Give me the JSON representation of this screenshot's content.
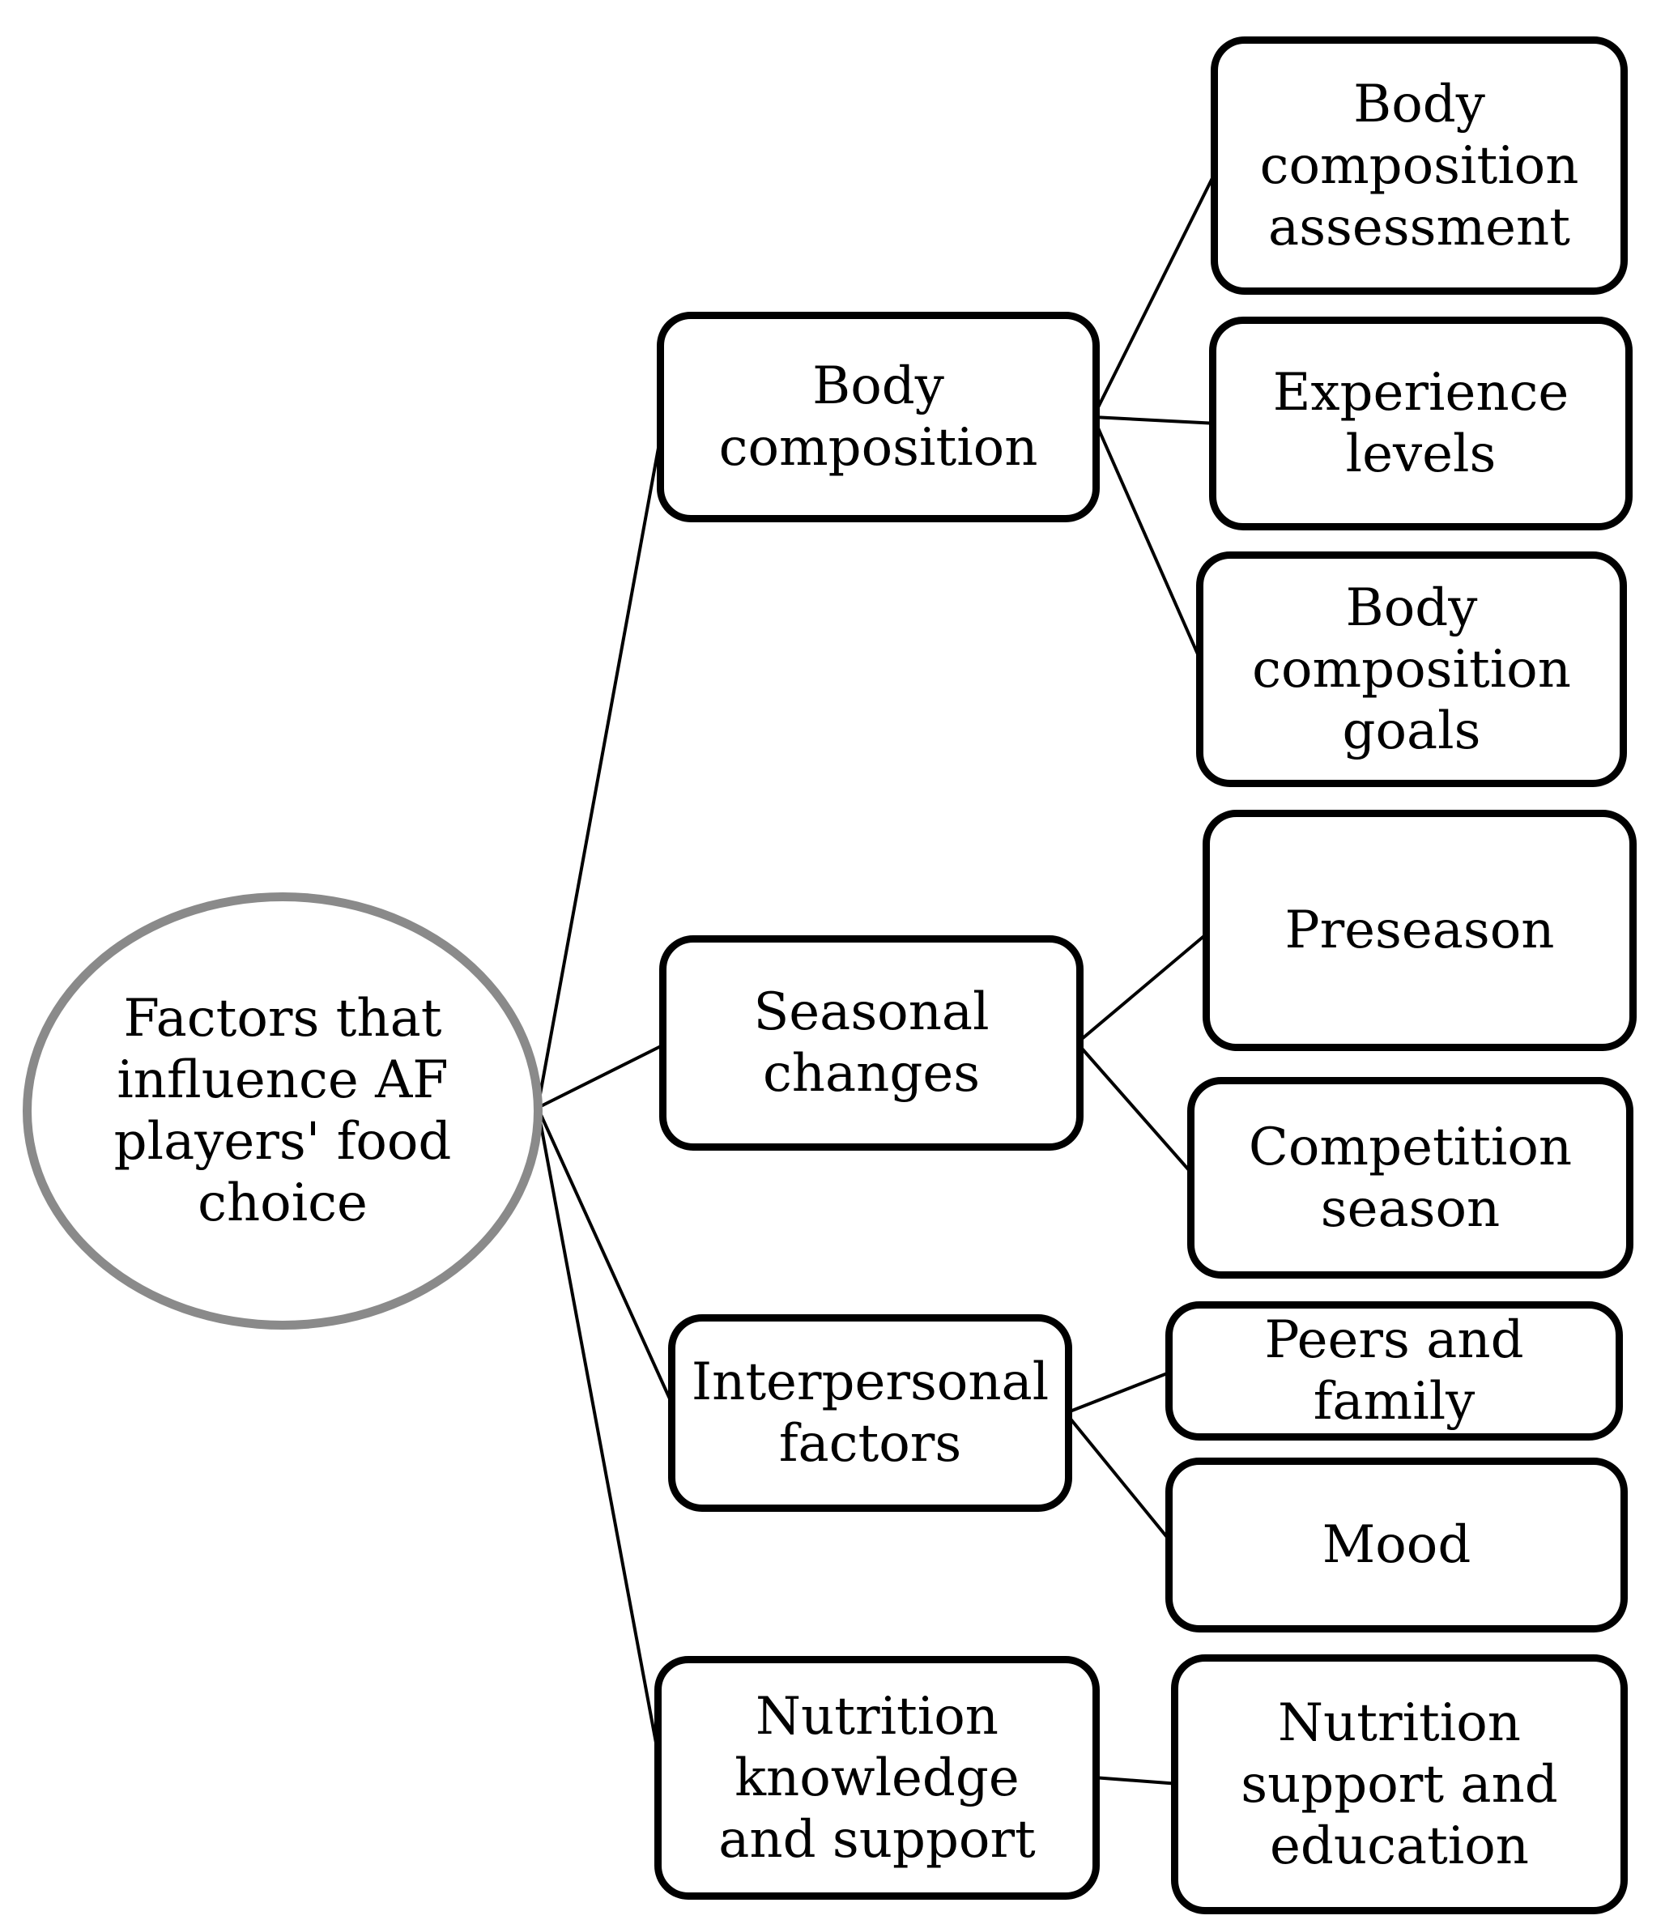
{
  "figure": {
    "root": {
      "label": "Factors that\ninfluence AF\nplayers' food\nchoice"
    },
    "branches": [
      {
        "label": "Body\ncomposition",
        "children": [
          {
            "label": "Body\ncomposition\nassessment"
          },
          {
            "label": "Experience\nlevels"
          },
          {
            "label": "Body\ncomposition\ngoals"
          }
        ]
      },
      {
        "label": "Seasonal\nchanges",
        "children": [
          {
            "label": "Preseason"
          },
          {
            "label": "Competition\nseason"
          }
        ]
      },
      {
        "label": "Interpersonal\nfactors",
        "children": [
          {
            "label": "Peers and\nfamily"
          },
          {
            "label": "Mood"
          }
        ]
      },
      {
        "label": "Nutrition\nknowledge\nand support",
        "children": [
          {
            "label": "Nutrition\nsupport and\neducation"
          }
        ]
      }
    ],
    "colors": {
      "background": "#ffffff",
      "box_border": "#000000",
      "root_border": "#8a8a8a",
      "connector": "#000000",
      "text": "#000000"
    }
  }
}
